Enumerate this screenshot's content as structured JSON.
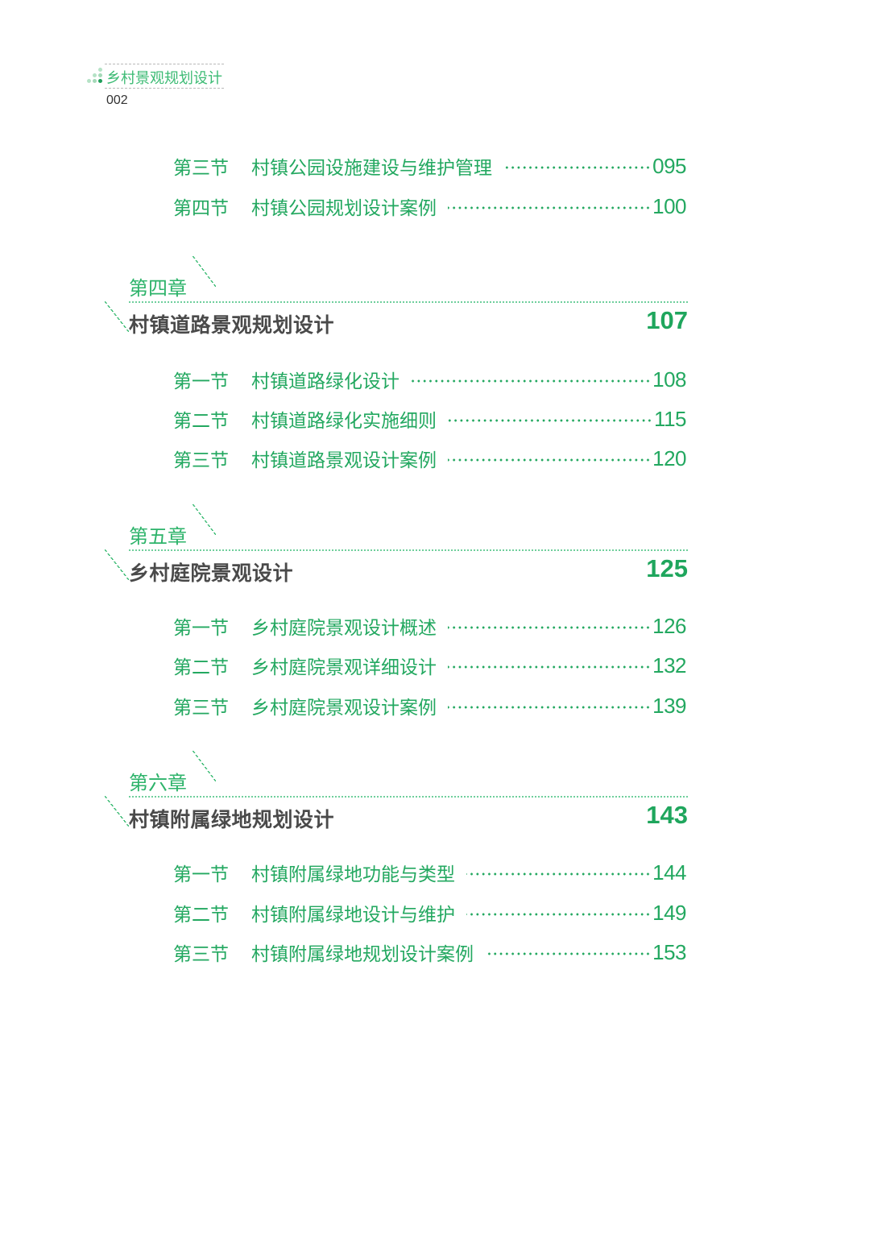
{
  "header": {
    "book_title": "乡村景观规划设计",
    "page_number": "002",
    "accent_color": "#3cbb74"
  },
  "toc": {
    "carryover_sections": [
      {
        "label": "第三节",
        "title": "村镇公园设施建设与维护管理",
        "page": "095"
      },
      {
        "label": "第四节",
        "title": "村镇公园规划设计案例",
        "page": "100"
      }
    ],
    "chapters": [
      {
        "label": "第四章",
        "title": "村镇道路景观规划设计",
        "page": "107",
        "sections": [
          {
            "label": "第一节",
            "title": "村镇道路绿化设计",
            "page": "108"
          },
          {
            "label": "第二节",
            "title": "村镇道路绿化实施细则",
            "page": "115"
          },
          {
            "label": "第三节",
            "title": "村镇道路景观设计案例",
            "page": "120"
          }
        ]
      },
      {
        "label": "第五章",
        "title": "乡村庭院景观设计",
        "page": "125",
        "sections": [
          {
            "label": "第一节",
            "title": "乡村庭院景观设计概述",
            "page": "126"
          },
          {
            "label": "第二节",
            "title": "乡村庭院景观详细设计",
            "page": "132"
          },
          {
            "label": "第三节",
            "title": "乡村庭院景观设计案例",
            "page": "139"
          }
        ]
      },
      {
        "label": "第六章",
        "title": "村镇附属绿地规划设计",
        "page": "143",
        "sections": [
          {
            "label": "第一节",
            "title": "村镇附属绿地功能与类型",
            "page": "144"
          },
          {
            "label": "第二节",
            "title": "村镇附属绿地设计与维护",
            "page": "149"
          },
          {
            "label": "第三节",
            "title": "村镇附属绿地规划设计案例",
            "page": "153"
          }
        ]
      }
    ]
  },
  "colors": {
    "section_text": "#23a860",
    "chapter_label": "#2db36a",
    "chapter_title": "#4a4a4a",
    "chapter_page": "#1fa65d"
  }
}
